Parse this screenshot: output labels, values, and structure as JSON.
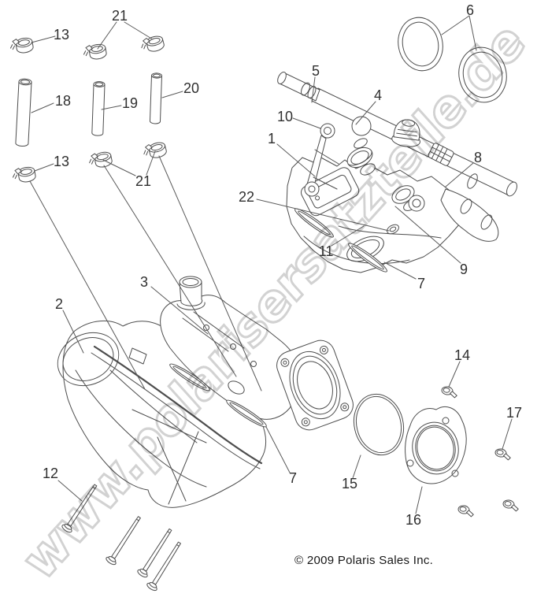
{
  "diagram": {
    "watermark": "www.polarisersatzteile.de",
    "copyright": "© 2009 Polaris Sales Inc.",
    "colors": {
      "line": "#4d4d4d",
      "watermark": "#d2d2d2",
      "label_text": "#2f2f2f"
    },
    "callouts": [
      {
        "label": "13"
      },
      {
        "label": "21"
      },
      {
        "label": "18"
      },
      {
        "label": "19"
      },
      {
        "label": "20"
      },
      {
        "label": "13"
      },
      {
        "label": "21"
      },
      {
        "label": "6"
      },
      {
        "label": "5"
      },
      {
        "label": "4"
      },
      {
        "label": "10"
      },
      {
        "label": "1"
      },
      {
        "label": "8"
      },
      {
        "label": "22"
      },
      {
        "label": "11"
      },
      {
        "label": "9"
      },
      {
        "label": "7"
      },
      {
        "label": "3"
      },
      {
        "label": "2"
      },
      {
        "label": "14"
      },
      {
        "label": "17"
      },
      {
        "label": "12"
      },
      {
        "label": "7"
      },
      {
        "label": "15"
      },
      {
        "label": "16"
      }
    ]
  }
}
